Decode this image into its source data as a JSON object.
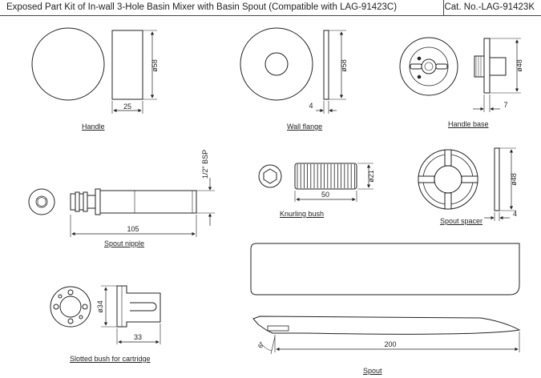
{
  "header": {
    "title": "Exposed Part Kit of In-wall 3-Hole Basin Mixer with Basin Spout (Compatible with LAG-91423C)",
    "catalog": "Cat. No.-LAG-91423K"
  },
  "parts": {
    "handle": {
      "label": "Handle",
      "dim_diameter": "ø58",
      "dim_depth": "25"
    },
    "wall_flange": {
      "label": "Wall flange",
      "dim_diameter": "ø58",
      "dim_thickness": "4"
    },
    "handle_base": {
      "label": "Handle base",
      "dim_diameter": "ø48",
      "dim_depth": "7"
    },
    "spout_nipple": {
      "label": "Spout nipple",
      "dim_thread": "1/2\" BSP",
      "dim_length": "105"
    },
    "knurling_bush": {
      "label": "Knurling bush",
      "dim_diameter": "ø21",
      "dim_length": "50"
    },
    "spout_spacer": {
      "label": "Spout spacer",
      "dim_diameter": "ø48",
      "dim_thickness": "4"
    },
    "slotted_bush": {
      "label": "Slotted bush for cartridge",
      "dim_diameter": "ø34",
      "dim_length": "33"
    },
    "spout": {
      "label": "Spout",
      "dim_length": "200",
      "dim_angle": "6°"
    }
  }
}
